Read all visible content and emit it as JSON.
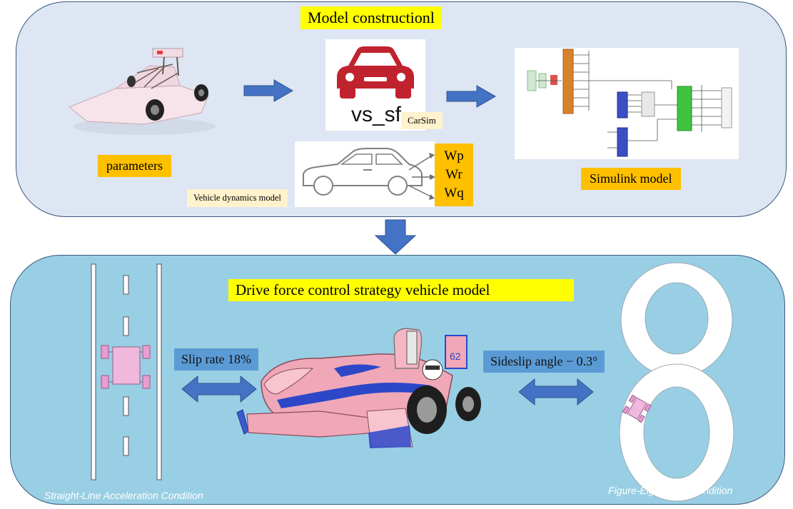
{
  "top_panel": {
    "title": "Model constructionl",
    "parameters_label": "parameters",
    "carsim_label": "CarSim",
    "vsf_text": "vs_sf",
    "simulink_label": "Simulink model",
    "dynamics_label": "Vehicle dynamics model",
    "outputs": [
      "Wp",
      "Wr",
      "Wq"
    ]
  },
  "bottom_panel": {
    "title": "Drive force control strategy vehicle model",
    "slip_label": "Slip rate 18%",
    "sideslip_label": "Sideslip angle − 0.3°",
    "straight_caption": "Straight-Line Acceleration Condition",
    "figure8_caption": "Figure-Eight Loop Condition",
    "race_car_number": "62"
  },
  "colors": {
    "top_panel_fill": "#dde6f2",
    "bottom_panel_fill": "#99cfe4",
    "arrow_blue": "#4472c4",
    "title_yellow": "#ffff00",
    "label_orange": "#ffc000",
    "car_icon_red": "#c0222e",
    "car_body_pink": "#f0a8b8"
  }
}
